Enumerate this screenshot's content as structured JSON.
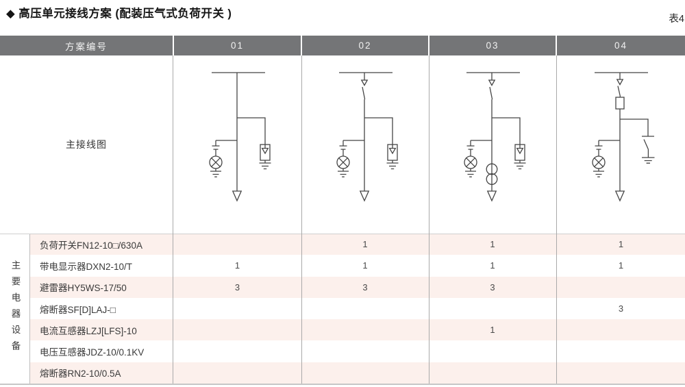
{
  "page": {
    "title": "◆ 高压单元接线方案 (配装压气式负荷开关 )",
    "sheet_tag": "表4"
  },
  "colors": {
    "header_bg": "#747577",
    "header_text": "#f1f1f1",
    "stripe_pink": "#fcf0ec",
    "grid_line": "#a9a9a9",
    "diagram_stroke": "#454545"
  },
  "table": {
    "header": [
      "方案编号",
      "01",
      "02",
      "03",
      "04"
    ],
    "diagram_row_label": "主接线图",
    "group_label": "主要电器设备",
    "rows": [
      {
        "name": "负荷开关FN12-10□/630A",
        "values": [
          "",
          "1",
          "1",
          "1"
        ]
      },
      {
        "name": "带电显示器DXN2-10/T",
        "values": [
          "1",
          "1",
          "1",
          "1"
        ]
      },
      {
        "name": "避雷器HY5WS-17/50",
        "values": [
          "3",
          "3",
          "3",
          ""
        ]
      },
      {
        "name": "熔断器SF[D]LAJ-□",
        "values": [
          "",
          "",
          "",
          "3"
        ]
      },
      {
        "name": "电流互感器LZJ[LFS]-10",
        "values": [
          "",
          "",
          "1",
          ""
        ]
      },
      {
        "name": "电压互感器JDZ-10/0.1KV",
        "values": [
          "",
          "",
          "",
          ""
        ]
      },
      {
        "name": "熔断器RN2-10/0.5A",
        "values": [
          "",
          "",
          "",
          ""
        ]
      }
    ],
    "diagrams": [
      {
        "scheme": "01",
        "components": [
          "busbar",
          "charged-display-indicator",
          "surge-arrester",
          "cable-outgoing"
        ]
      },
      {
        "scheme": "02",
        "components": [
          "busbar",
          "load-switch",
          "charged-display-indicator",
          "surge-arrester",
          "cable-outgoing"
        ]
      },
      {
        "scheme": "03",
        "components": [
          "busbar",
          "load-switch",
          "charged-display-indicator",
          "current-transformer",
          "surge-arrester",
          "cable-outgoing"
        ]
      },
      {
        "scheme": "04",
        "components": [
          "busbar",
          "load-switch",
          "fuse",
          "charged-display-indicator",
          "earthing-switch",
          "cable-outgoing"
        ]
      }
    ]
  }
}
